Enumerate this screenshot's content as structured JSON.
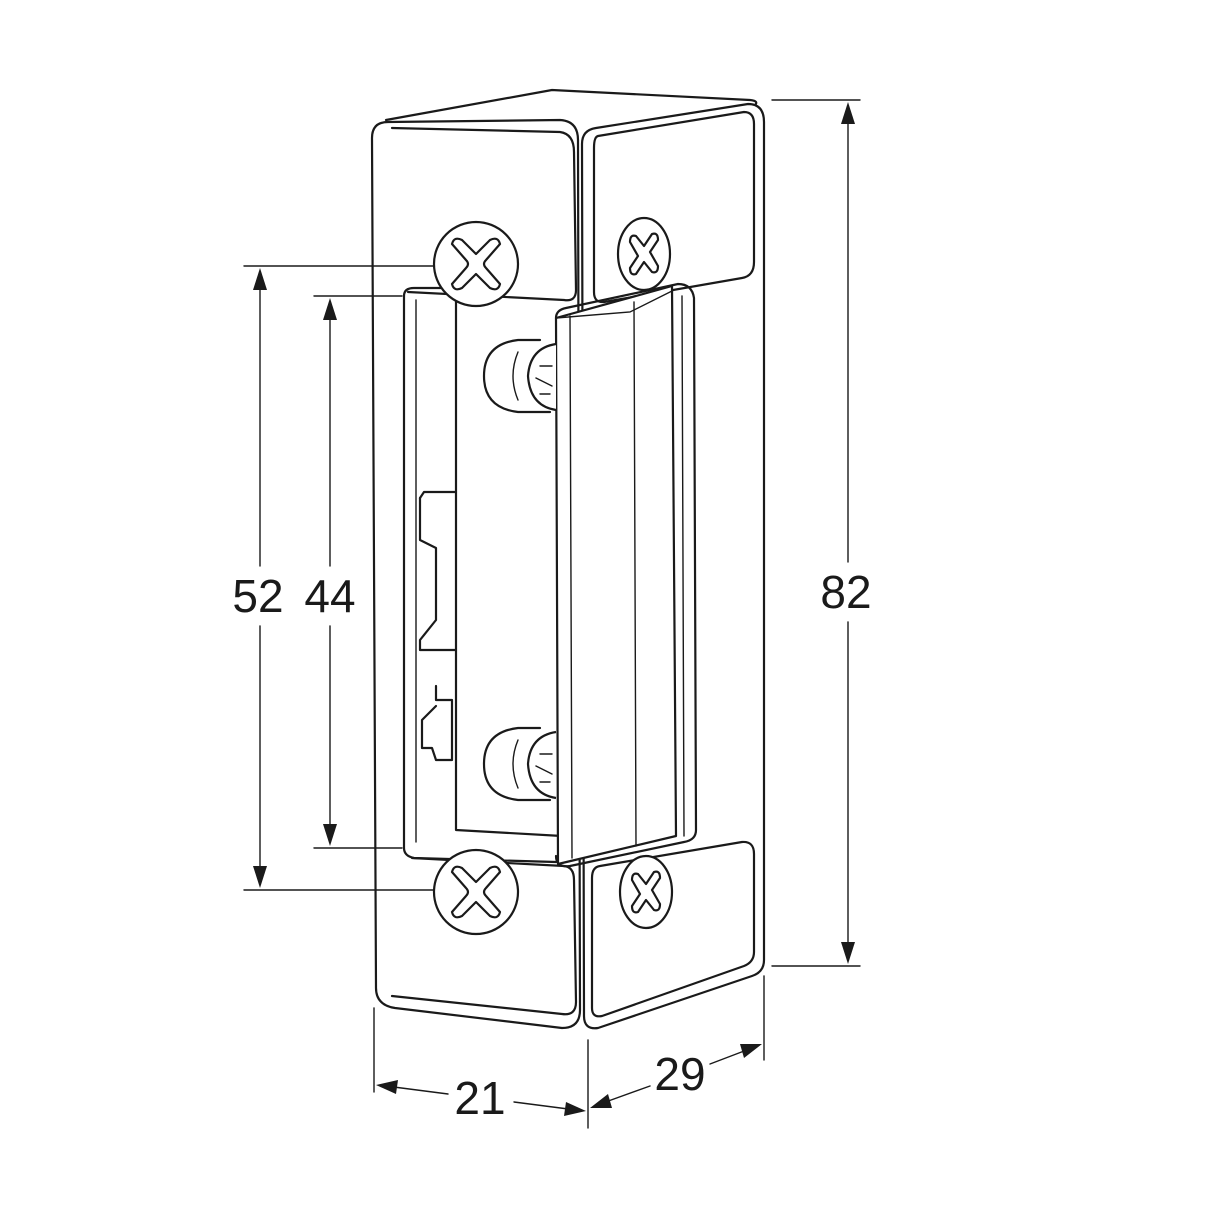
{
  "dimensions": {
    "height_total": "82",
    "mounting_hole_spacing": "52",
    "latch_opening": "44",
    "width_front": "21",
    "depth_side": "29"
  },
  "colors": {
    "line": "#1a1a1a",
    "background": "#ffffff"
  }
}
